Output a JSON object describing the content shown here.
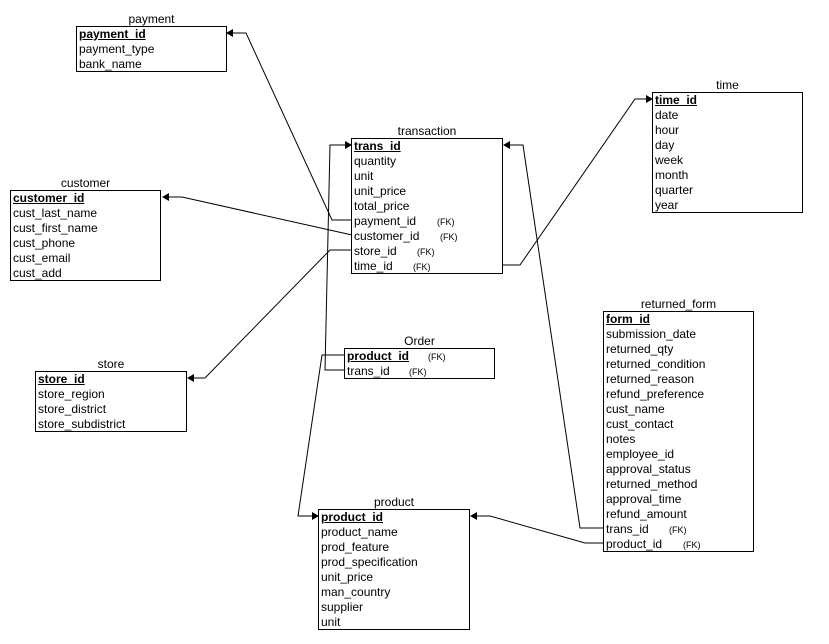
{
  "entities": {
    "payment": {
      "title": "payment",
      "fields": [
        "payment_id",
        "payment_type",
        "bank_name"
      ]
    },
    "time": {
      "title": "time",
      "fields": [
        "time_id",
        "date",
        "hour",
        "day",
        "week",
        "month",
        "quarter",
        "year"
      ]
    },
    "transaction": {
      "title": "transaction",
      "fields": [
        "trans_id",
        "quantity",
        "unit",
        "unit_price",
        "total_price",
        "payment_id",
        "customer_id",
        "store_id",
        "time_id"
      ],
      "fk": [
        "(FK)",
        "(FK)",
        "(FK)",
        "(FK)"
      ]
    },
    "customer": {
      "title": "customer",
      "fields": [
        "customer_id",
        "cust_last_name",
        "cust_first_name",
        "cust_phone",
        "cust_email",
        "cust_add"
      ]
    },
    "store": {
      "title": "store",
      "fields": [
        "store_id",
        "store_region",
        "store_district",
        "store_subdistrict"
      ]
    },
    "order": {
      "title": "Order",
      "fields": [
        "product_id",
        "trans_id"
      ],
      "fk": [
        "(FK)",
        "(FK)"
      ]
    },
    "returned_form": {
      "title": "returned_form",
      "fields": [
        "form_id",
        "submission_date",
        "returned_qty",
        "returned_condition",
        "returned_reason",
        "refund_preference",
        "cust_name",
        "cust_contact",
        "notes",
        "employee_id",
        "approval_status",
        "returned_method",
        "approval_time",
        "refund_amount",
        "trans_id",
        "product_id"
      ],
      "fk": [
        "(FK)",
        "(FK)"
      ]
    },
    "product": {
      "title": "product",
      "fields": [
        "product_id",
        "product_name",
        "prod_feature",
        "prod_specification",
        "unit_price",
        "man_country",
        "supplier",
        "unit"
      ]
    }
  }
}
